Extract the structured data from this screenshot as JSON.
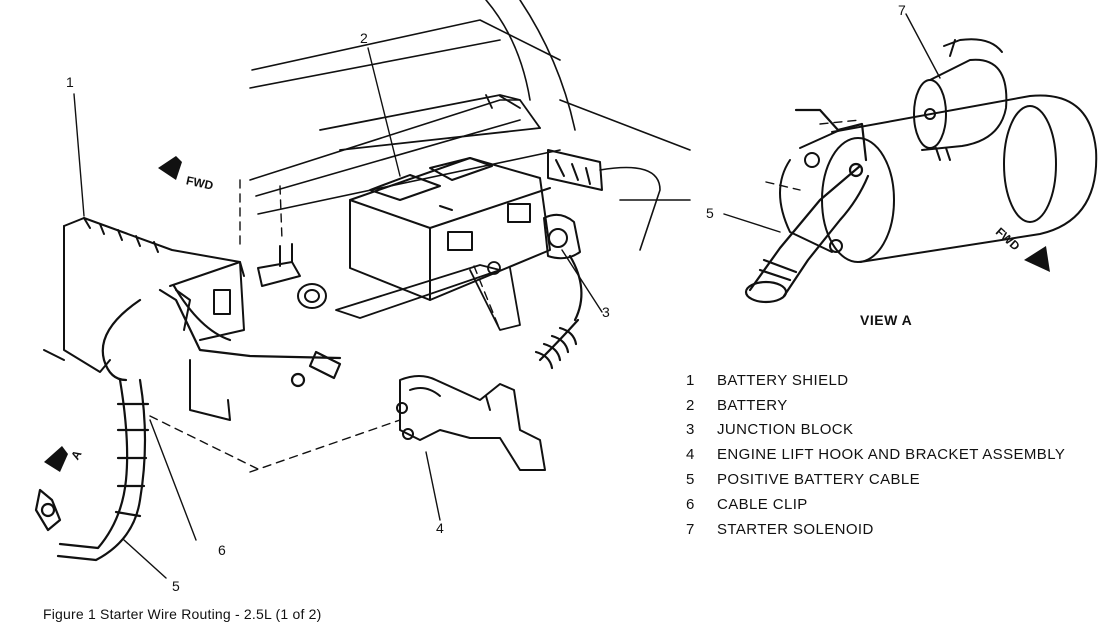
{
  "callouts": {
    "c1": "1",
    "c2": "2",
    "c3": "3",
    "c4": "4",
    "c5_main": "5",
    "c6": "6",
    "c5_view": "5",
    "c7": "7"
  },
  "arrows": {
    "fwd_left": "FWD",
    "fwd_right": "FWD",
    "view_a": "A"
  },
  "view_label": "VIEW A",
  "legend": [
    {
      "num": "1",
      "label": "BATTERY SHIELD"
    },
    {
      "num": "2",
      "label": "BATTERY"
    },
    {
      "num": "3",
      "label": "JUNCTION BLOCK"
    },
    {
      "num": "4",
      "label": "ENGINE LIFT HOOK AND BRACKET ASSEMBLY"
    },
    {
      "num": "5",
      "label": "POSITIVE BATTERY CABLE"
    },
    {
      "num": "6",
      "label": "CABLE CLIP"
    },
    {
      "num": "7",
      "label": "STARTER SOLENOID"
    }
  ],
  "caption": "Figure 1 Starter Wire Routing - 2.5L (1 of 2)"
}
